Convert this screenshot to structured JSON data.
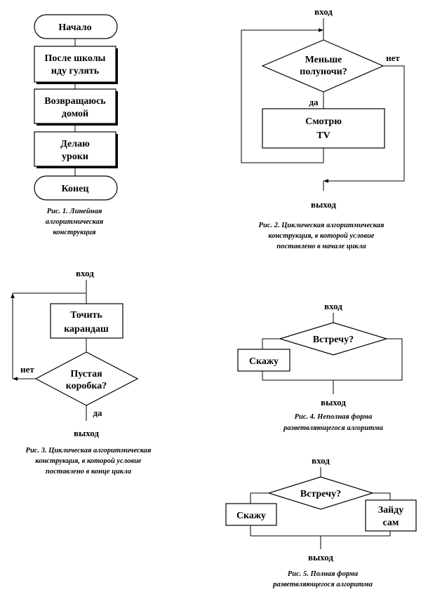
{
  "fig1": {
    "start": "Начало",
    "step1": [
      "После школы",
      "иду гулять"
    ],
    "step2": [
      "Возвращаюсь",
      "домой"
    ],
    "step3": [
      "Делаю",
      "уроки"
    ],
    "end": "Конец",
    "caption": [
      "Рис. 1. Линейная",
      "алгоритмическая",
      "конструкция"
    ]
  },
  "fig2": {
    "input": "вход",
    "condition": [
      "Меньше",
      "полуночи?"
    ],
    "no": "нет",
    "yes": "да",
    "action": [
      "Смотрю",
      "TV"
    ],
    "output": "выход",
    "caption": [
      "Рис. 2. Циклическая алгоритмическая",
      "конструкция, в которой условие",
      "поставлено в начале цикла"
    ]
  },
  "fig3": {
    "input": "вход",
    "action": [
      "Точить",
      "карандаш"
    ],
    "condition": [
      "Пустая",
      "коробка?"
    ],
    "no": "нет",
    "yes": "да",
    "output": "выход",
    "caption": [
      "Рис. 3. Циклическая алгоритмическая",
      "конструкция, в которой условие",
      "поставлено в конце цикла"
    ]
  },
  "fig4": {
    "input": "вход",
    "condition": "Встречу?",
    "action": "Скажу",
    "output": "выход",
    "caption": [
      "Рис. 4. Неполная форма",
      "разветвляющегося алгоритма"
    ]
  },
  "fig5": {
    "input": "вход",
    "condition": "Встречу?",
    "action_left": "Скажу",
    "action_right": [
      "Зайду",
      "сам"
    ],
    "output": "выход",
    "caption": [
      "Рис. 5. Полная форма",
      "разветвляющегося алгоритма"
    ]
  }
}
